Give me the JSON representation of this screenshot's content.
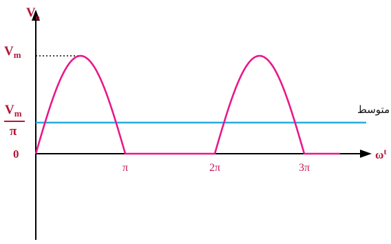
{
  "labels": {
    "y_axis": "V",
    "y_axis_sub": "o",
    "x_axis": "ω",
    "x_axis_sup": "t",
    "peak": "V",
    "peak_sub": "m",
    "avg_num": "V",
    "avg_num_sub": "m",
    "avg_den": "π",
    "origin": "0",
    "avg_text": "مقدار متوسط"
  },
  "ticks": [
    "π",
    "2π",
    "3π"
  ],
  "colors": {
    "axis": "#000000",
    "waveform": "#e8178a",
    "average": "#25aae1",
    "label": "#b3163a",
    "tick": "#c2185b"
  },
  "chart_data": {
    "type": "line",
    "x_unit": "π",
    "x_range": [
      0,
      3.5
    ],
    "y_range": [
      0,
      1
    ],
    "series": [
      {
        "points": [
          [
            0.0,
            0.0
          ],
          [
            0.25,
            0.707
          ],
          [
            0.5,
            1.0
          ],
          [
            0.75,
            0.707
          ],
          [
            1.0,
            0.0
          ],
          [
            2.0,
            0.0
          ],
          [
            2.25,
            0.707
          ],
          [
            2.5,
            1.0
          ],
          [
            2.75,
            0.707
          ],
          [
            3.0,
            0.0
          ],
          [
            3.4,
            0.0
          ]
        ]
      }
    ],
    "average_y": 0.318,
    "peak_y": 1.0
  }
}
